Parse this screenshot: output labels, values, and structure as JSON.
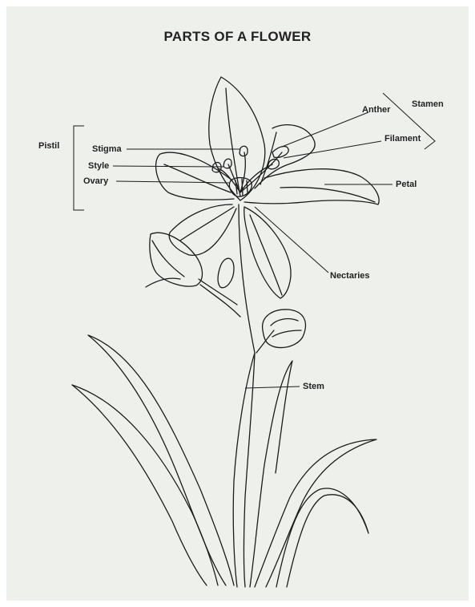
{
  "title": "PARTS OF A FLOWER",
  "labels": {
    "stamen": "Stamen",
    "anther": "Anther",
    "filament": "Filament",
    "pistil": "Pistil",
    "stigma": "Stigma",
    "style": "Style",
    "ovary": "Ovary",
    "petal": "Petal",
    "nectaries": "Nectaries",
    "stem": "Stem"
  }
}
